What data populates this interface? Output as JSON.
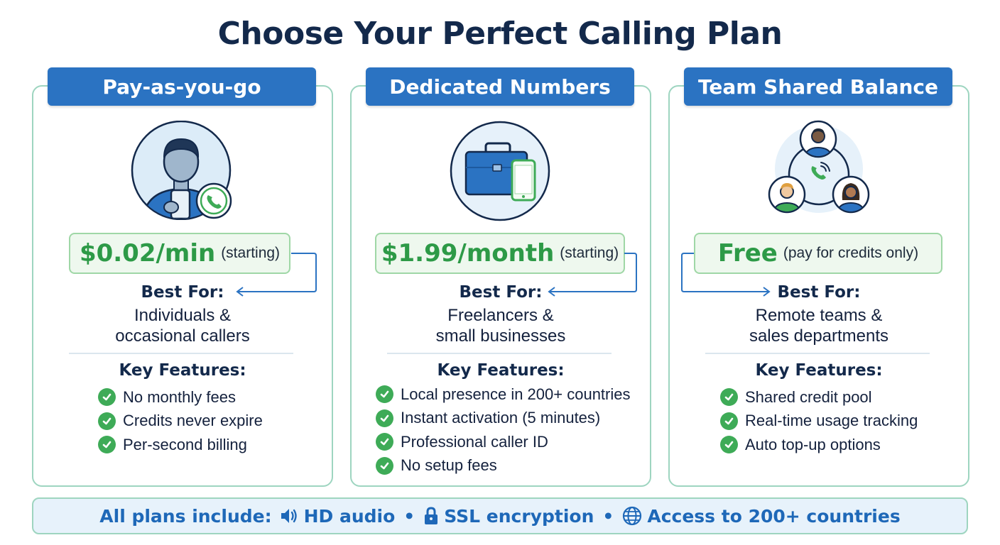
{
  "title": "Choose Your Perfect Calling Plan",
  "plans": [
    {
      "name": "Pay-as-you-go",
      "icon": "person-phone-icon",
      "price_main": "$0.02/min",
      "price_sub": "(starting)",
      "best_for_label": "Best For:",
      "best_for_lines": [
        "Individuals &",
        "occasional callers"
      ],
      "features_label": "Key Features:",
      "features": [
        "No monthly fees",
        "Credits never expire",
        "Per-second billing"
      ]
    },
    {
      "name": "Dedicated Numbers",
      "icon": "briefcase-phone-icon",
      "price_main": "$1.99/month",
      "price_sub": "(starting)",
      "best_for_label": "Best For:",
      "best_for_lines": [
        "Freelancers &",
        "small businesses"
      ],
      "features_label": "Key Features:",
      "features": [
        "Local presence in 200+ countries",
        "Instant activation (5 minutes)",
        "Professional caller ID",
        "No setup fees"
      ]
    },
    {
      "name": "Team Shared Balance",
      "icon": "team-network-icon",
      "price_main": "Free",
      "price_sub": "(pay for credits only)",
      "best_for_label": "Best For:",
      "best_for_lines": [
        "Remote teams &",
        "sales departments"
      ],
      "features_label": "Key Features:",
      "features": [
        "Shared credit pool",
        "Real-time usage tracking",
        "Auto top-up options"
      ]
    }
  ],
  "footer": {
    "label": "All plans include:",
    "items": [
      "HD audio",
      "SSL encryption",
      "Access to 200+ countries"
    ],
    "icons": [
      "speaker-icon",
      "lock-icon",
      "globe-icon"
    ],
    "separator": "•"
  },
  "colors": {
    "header_blue": "#2b73c2",
    "price_green": "#2d9a47",
    "check_green": "#3eab57",
    "card_border": "#9ed5c0",
    "title_navy": "#13294b"
  }
}
